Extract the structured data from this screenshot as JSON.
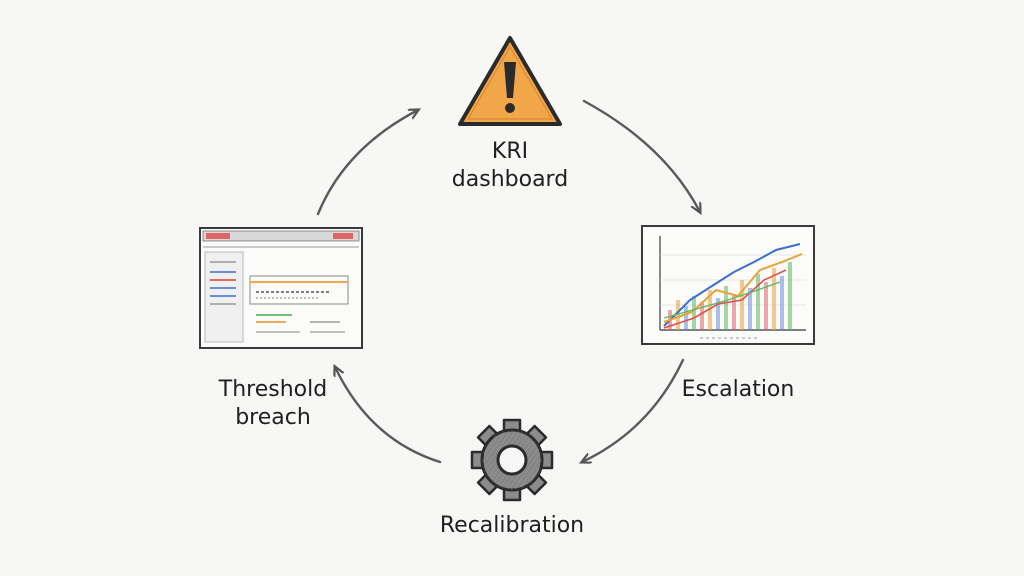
{
  "nodes": {
    "kri_dashboard": {
      "line1": "KRI",
      "line2": "dashboard",
      "icon": "warning-triangle-icon"
    },
    "escalation": {
      "label": "Escalation",
      "icon": "line-chart-icon"
    },
    "recalibration": {
      "label": "Recalibration",
      "icon": "gear-icon"
    },
    "threshold_breach": {
      "line1": "Threshold",
      "line2": "breach",
      "icon": "dashboard-window-icon"
    }
  },
  "colors": {
    "warning_fill": "#f2a64a",
    "pencil": "#2b2b2b",
    "arrow": "#555555",
    "gear_fill": "#8c8c8c",
    "chart_lines": [
      "#3b6fc9",
      "#e9a23b",
      "#d9534f",
      "#5cb85c"
    ]
  }
}
